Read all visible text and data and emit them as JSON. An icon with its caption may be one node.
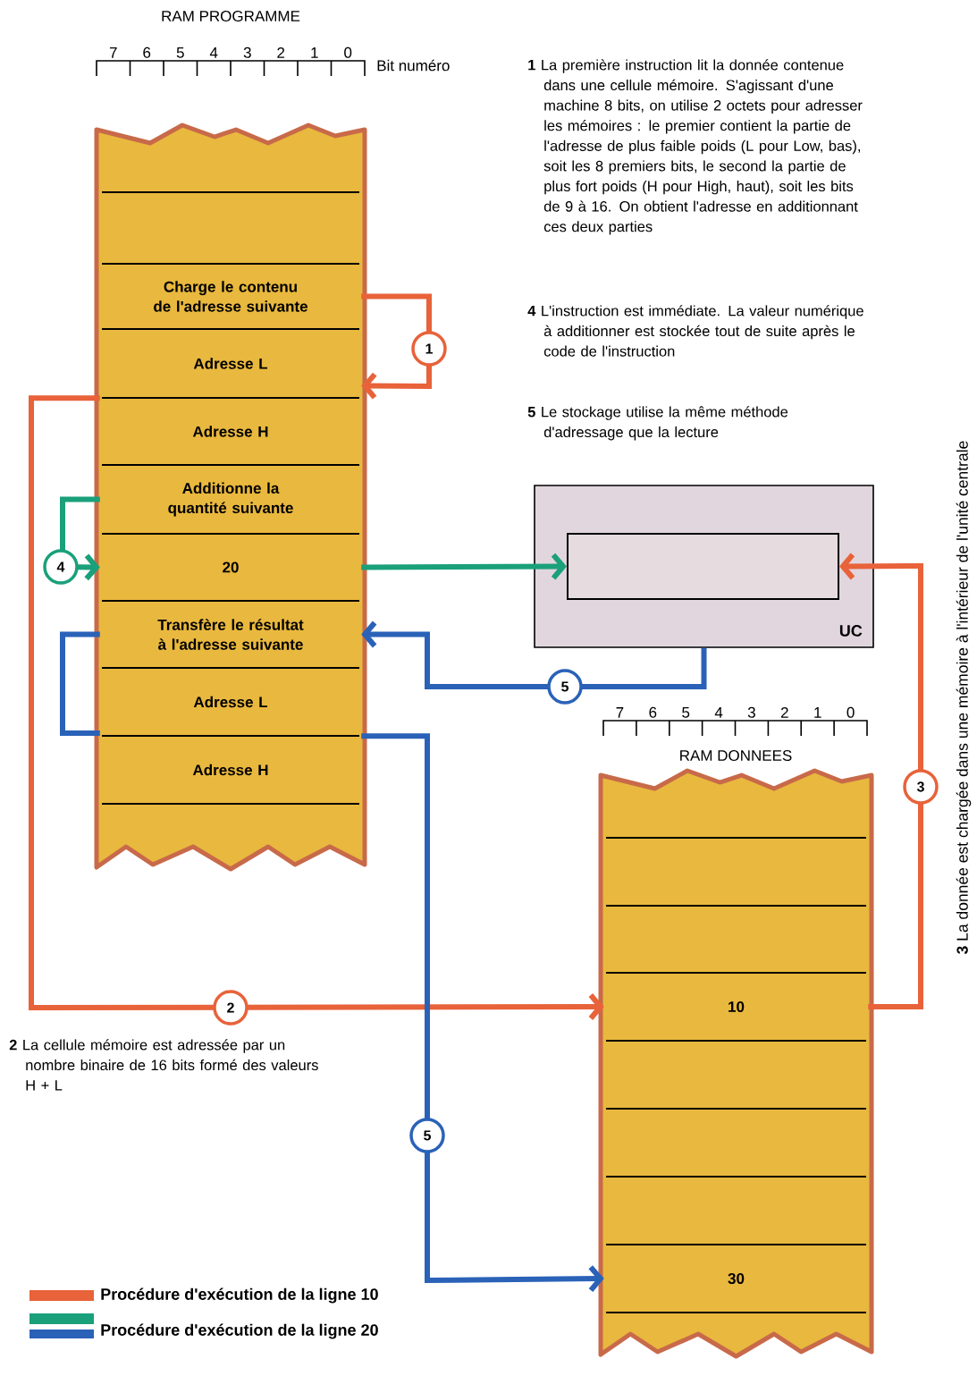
{
  "diagram": {
    "nodes": [
      {
        "text": [],
        "shape": "box"
      },
      {
        "text": [],
        "shape": "box",
        "in": 0
      },
      {
        "text": [
          "Charge le contenu de l'adresse suivante"
        ],
        "in": 0
      },
      {
        "text": [
          "Adresse L"
        ],
        "in": 0
      },
      {
        "text": [
          "Adresse H"
        ],
        "in": 0
      },
      {
        "text": [
          "Additionne la quantité suivante"
        ],
        "in": 0
      },
      {
        "text": [
          "20"
        ],
        "in": 0
      },
      {
        "text": [
          "Transfère le résultat à l'adresse suivante"
        ],
        "in": 0
      },
      {
        "text": [
          "Adresse L"
        ],
        "in": 0
      },
      {
        "text": [
          "Adresse H"
        ],
        "in": 0
      },
      {
        "text": [
          "UC"
        ]
      },
      {
        "text": [],
        "shape": "box",
        "in": 10
      },
      {
        "text": [
          "RAM DONNEES"
        ]
      },
      {
        "text": [],
        "shape": "box",
        "in": 12
      },
      {
        "text": [],
        "shape": "box",
        "in": 12
      },
      {
        "text": [
          "10"
        ],
        "in": 12
      },
      {
        "text": [],
        "shape": "box",
        "in": 12
      },
      {
        "text": [],
        "shape": "box",
        "in": 12
      },
      {
        "text": [],
        "shape": "box",
        "in": 12
      },
      {
        "text": [
          "30"
        ],
        "in": 12
      }
    ],
    "edges": [
      {
        "from": 2,
        "to": 3,
        "arrow": "to",
        "label": "1",
        "color": "#e8623a"
      },
      {
        "from": 3,
        "to": 15,
        "arrow": "to",
        "label": "2",
        "color": "#e8623a"
      },
      {
        "from": 15,
        "to": 11,
        "arrow": "to",
        "label": "3",
        "color": "#e8623a"
      },
      {
        "from": 5,
        "to": 6,
        "arrow": "to",
        "label": "4",
        "color": "#1aa07a"
      },
      {
        "from": 6,
        "to": 11,
        "arrow": "to",
        "color": "#1aa07a"
      },
      {
        "from": 7,
        "to": 8,
        "arrow": "none",
        "color": "#2a62b8"
      },
      {
        "from": 10,
        "to": 7,
        "arrow": "to",
        "label": "5",
        "color": "#2a62b8"
      },
      {
        "from": 8,
        "to": 19,
        "arrow": "to",
        "label": "5",
        "color": "#2a62b8"
      }
    ],
    "labels": [
      "RAM PROGRAMME",
      "7",
      "6",
      "5",
      "4",
      "3",
      "2",
      "1",
      "0",
      "Bit numéro",
      "**1** La première instruction lit la donnée contenue dans une cellule mémoire. S'agissant d'une machine 8 bits, on utilise 2 octets pour adresser les mémoires : le premier contient la partie de l'adresse de plus faible poids (L pour Low, bas), soit les 8 premiers bits, le second la partie de plus fort poids (H pour High, haut), soit les bits de 9 à 16. On obtient l'adresse en additionnant ces deux parties",
      "**4** L'instruction est immédiate. La valeur numérique à additionner est stockée tout de suite après le code de l'instruction",
      "**5** Le stockage utilise la même méthode d'adressage que la lecture",
      "7",
      "6",
      "5",
      "4",
      "3",
      "2",
      "1",
      "0",
      "**3** La donnée est chargée dans une mémoire à l'intérieur de l'unité centrale",
      "**2** La cellule mémoire est adressée par un nombre binaire de 16 bits formé des valeurs H + L"
    ],
    "legend": [
      {
        "text": "Procédure d'exécution de la ligne 10",
        "color": "#e8623a"
      },
      {
        "text": "Procédure d'exécution de la ligne 20",
        "color": "#1aa07a"
      }
    ]
  }
}
